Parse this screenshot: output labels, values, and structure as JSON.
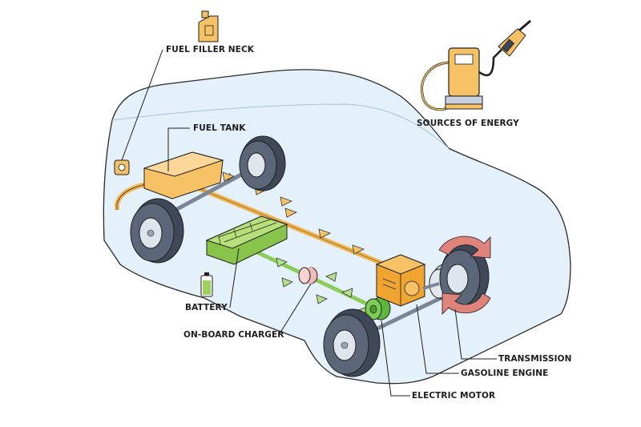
{
  "labels": {
    "fuel_filler_neck": "FUEL FILLER NECK",
    "fuel_tank": "FUEL TANK",
    "sources_of_energy": "SOURCES OF ENERGY",
    "battery": "BATTERY",
    "on_board_charger": "ON-BOARD CHARGER",
    "transmission": "TRANSMISSION",
    "gasoline_engine": "GASOLINE ENGINE",
    "electric_motor": "ELECTRIC MOTOR"
  },
  "colors": {
    "car_body": "#e4f1fa",
    "fuel_orange": "#f7c266",
    "battery_green": "#9ed25a",
    "charger_pink": "#f2b9b9",
    "motor_green": "#6fc24a",
    "wheel_tire": "#5b6678",
    "rotation_arrow": "#e0837a",
    "outline": "#1f1f1f"
  }
}
